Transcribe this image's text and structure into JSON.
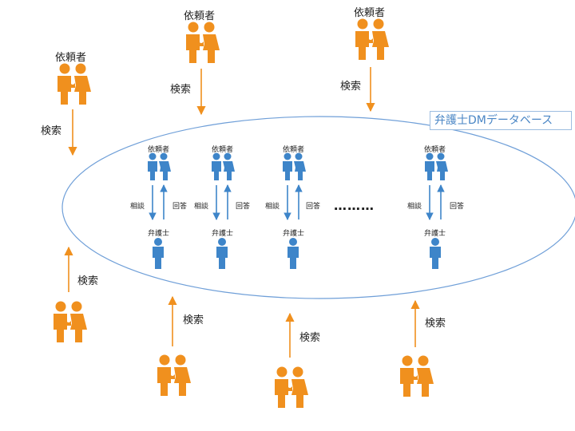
{
  "database": {
    "title": "弁護士DMデータベース"
  },
  "labels": {
    "client": "依頼者",
    "lawyer": "弁護士",
    "search": "検索",
    "consult": "相談",
    "answer": "回答",
    "ellipsis": "………"
  },
  "colors": {
    "orange": "#f0901e",
    "blue": "#3e85c9",
    "ellipse_stroke": "#6f9fd8",
    "db_border": "#9dbde0",
    "db_text": "#4a86c5"
  },
  "icons": {
    "client_pair": "couple-icon",
    "lawyer": "person-icon"
  }
}
